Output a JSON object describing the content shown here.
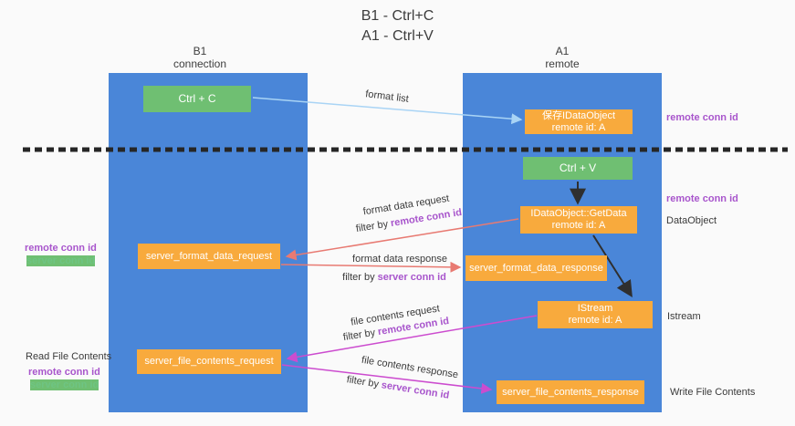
{
  "title": {
    "line1": "B1 - Ctrl+C",
    "line2": "A1 - Ctrl+V"
  },
  "lanes": {
    "left": {
      "name": "B1",
      "role": "connection"
    },
    "right": {
      "name": "A1",
      "role": "remote"
    }
  },
  "boxes": {
    "ctrl_c": {
      "label": "Ctrl + C"
    },
    "ctrl_v": {
      "label": "Ctrl + V"
    },
    "save_dataobject": {
      "line1": "保存IDataObject",
      "line2": "remote id: A"
    },
    "getdata": {
      "line1": "IDataObject::GetData",
      "line2": "remote id: A"
    },
    "istream": {
      "line1": "IStream",
      "line2": "remote id: A"
    },
    "server_format_data_request": {
      "label": "server_format_data_request"
    },
    "server_format_data_response": {
      "label": "server_format_data_response"
    },
    "server_file_contents_request": {
      "label": "server_file_contents_request"
    },
    "server_file_contents_response": {
      "label": "server_file_contents_response"
    }
  },
  "flow_labels": {
    "format_list": "format list",
    "format_data_request": "format data request",
    "format_data_response": "format data response",
    "file_contents_request": "file contents request",
    "file_contents_response": "file contents response",
    "filter_by": "filter by ",
    "remote_conn_id": "remote conn id",
    "server_conn_id": "server conn id"
  },
  "side_labels": {
    "right_top_remote_conn_id": "remote conn id",
    "right_mid_remote_conn_id": "remote conn id",
    "dataobject": "DataObject",
    "istream": "Istream",
    "write_file_contents": "Write File Contents",
    "left_remote_conn_id_1": "remote conn id",
    "left_server_conn_id_1": "server conn id",
    "read_file_contents": "Read File Contents",
    "left_remote_conn_id_2": "remote conn id",
    "left_server_conn_id_2": "server conn id"
  },
  "colors": {
    "lane_blue": "#4a86d8",
    "box_green": "#6fbf72",
    "box_orange": "#f8aa3d",
    "remote_conn_purple": "#a855cc",
    "server_conn_green": "#6ec483",
    "request_red": "#e87a72",
    "contents_magenta": "#cc4ccf",
    "format_list_blue": "#a9d4f5",
    "background": "#fafafa"
  }
}
